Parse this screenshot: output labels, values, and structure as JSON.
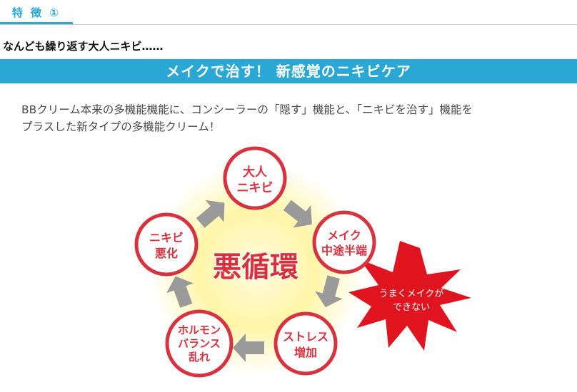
{
  "tab": {
    "label": "特 徴 ①"
  },
  "intro": {
    "heading": "なんども繰り返す大人ニキビ……"
  },
  "banner": {
    "text": "メイクで治す！ 新感覚のニキビケア"
  },
  "description": {
    "line1": "BBクリーム本来の多機能機能に、コンシーラーの「隠す」機能と、「ニキビを治す」機能を",
    "line2": "プラスした新タイプの多機能クリーム！"
  },
  "diagram": {
    "center_label": "悪循環",
    "nodes": {
      "top": {
        "line1": "大人",
        "line2": "ニキビ"
      },
      "right": {
        "line1": "メイク",
        "line2": "中途半端"
      },
      "bottom_right": {
        "line1": "ストレス",
        "line2": "増加"
      },
      "bottom_left": {
        "line1": "ホルモン",
        "line2": "バランス",
        "line3": "乱れ"
      },
      "left": {
        "line1": "ニキビ",
        "line2": "悪化"
      }
    },
    "burst": {
      "line1": "うまくメイクが",
      "line2": "できない"
    },
    "colors": {
      "accent": "#2aa7d4",
      "ring": "#d8323e",
      "center_text": "#d8323e",
      "glow": "#fff27a",
      "arrow": "#9a9a9a",
      "burst": "#e0141e"
    }
  }
}
